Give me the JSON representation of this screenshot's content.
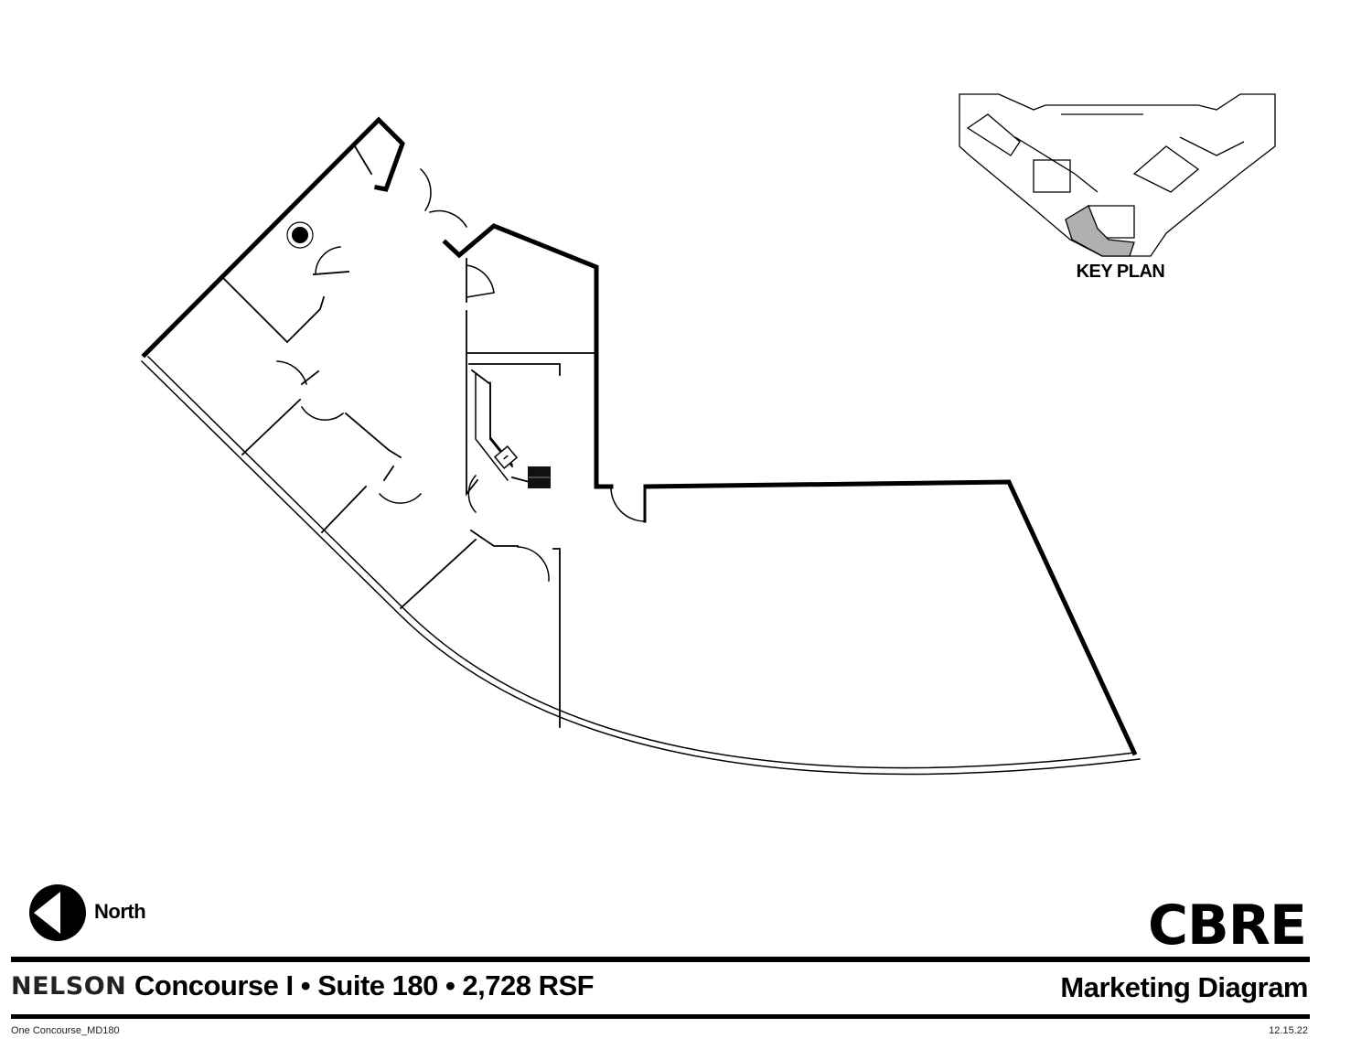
{
  "key_plan": {
    "label": "KEY PLAN"
  },
  "compass": {
    "label": "North"
  },
  "brand": {
    "logo_text": "CBRE",
    "partner_logo": "NELSON",
    "accent_color": "#0aa3c6"
  },
  "title_bar": {
    "text": "Concourse I • Suite 180 • 2,728 RSF",
    "right_text": "Marketing Diagram"
  },
  "footer": {
    "file_name": "One Concourse_MD180",
    "date": "12.15.22"
  },
  "icons": {
    "north_arrow": "north-arrow-icon",
    "sink": "sink-icon",
    "column": "column-icon"
  }
}
